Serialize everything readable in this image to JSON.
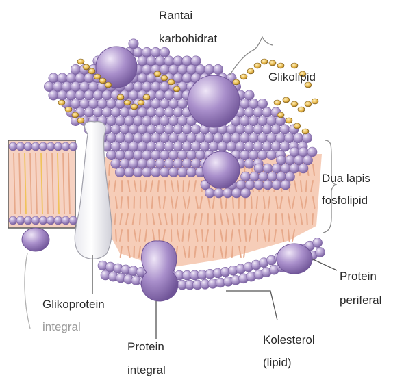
{
  "labels": {
    "rantai_line1": "Rantai",
    "rantai_line2": "karbohidrat",
    "glikolipid": "Glikolipid",
    "dua_line1": "Dua lapis",
    "dua_line2": "fosfolipid",
    "protperif_line1": "Protein",
    "protperif_line2": "periferal",
    "glikoprot_line1": "Glikoprotein",
    "glikoprot_line2": "integral",
    "protint_line1": "Protein",
    "protint_line2": "integral",
    "kolest_line1": "Kolesterol",
    "kolest_line2": "(lipid)"
  },
  "colors": {
    "head_fill": "#b6a2d2",
    "head_stroke": "#7d64a3",
    "protein_fill": "#a78bc9",
    "protein_stroke": "#6f5497",
    "interior": "#f6cdb8",
    "tail_yellow": "#f0c35a",
    "carbohydrate": "#e8b84a",
    "leader_line": "#555555",
    "background": "#ffffff"
  }
}
